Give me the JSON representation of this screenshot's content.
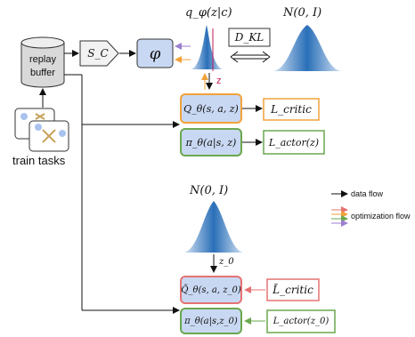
{
  "replay_buffer": {
    "line1": "replay",
    "line2": "buffer"
  },
  "train_tasks_label": "train tasks",
  "sampler_label": "S_C",
  "encoder_label": "φ",
  "posterior_label": "q_φ(z|c)",
  "prior_top_label": "N(0, I)",
  "kl_label": "D_KL",
  "z_label": "z",
  "q_critic": "Q_θ(s, a, z)",
  "loss_critic": "L_critic",
  "policy": "π_θ(a|s, z)",
  "loss_actor": "L_actor(z)",
  "prior_bottom_label": "N(0, I)",
  "z0_label": "z_0",
  "q_critic_0": "Q̃_θ(s, a, z_0)",
  "loss_critic_0": "L̃_critic",
  "policy_0": "π_θ(a|s,z_0)",
  "loss_actor_0": "L_actor(z_0)",
  "legend": {
    "data_flow": "data flow",
    "optimization_flow": "optimization flow"
  },
  "colors": {
    "box_fill": "#c9d8f2",
    "orange": "#f0a23a",
    "green": "#6aa84f",
    "red": "#e57373",
    "purple": "#9b7fd0",
    "gauss_dark": "#2a6fb8",
    "gauss_light": "#cfe0f3"
  }
}
